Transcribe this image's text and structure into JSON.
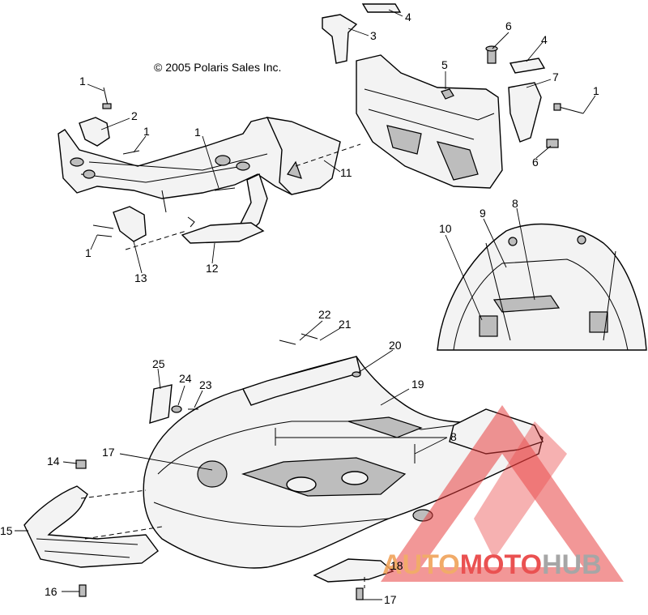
{
  "copyright": "© 2005 Polaris Sales Inc.",
  "callouts": [
    {
      "id": "c4a",
      "label": "4"
    },
    {
      "id": "c3",
      "label": "3"
    },
    {
      "id": "c6a",
      "label": "6"
    },
    {
      "id": "c4b",
      "label": "4"
    },
    {
      "id": "c5",
      "label": "5"
    },
    {
      "id": "c7",
      "label": "7"
    },
    {
      "id": "c1a",
      "label": "1"
    },
    {
      "id": "c6b",
      "label": "6"
    },
    {
      "id": "c1b",
      "label": "1"
    },
    {
      "id": "c2",
      "label": "2"
    },
    {
      "id": "c1c",
      "label": "1"
    },
    {
      "id": "c1d",
      "label": "1"
    },
    {
      "id": "c11",
      "label": "11"
    },
    {
      "id": "c1e",
      "label": "1"
    },
    {
      "id": "c13",
      "label": "13"
    },
    {
      "id": "c12",
      "label": "12"
    },
    {
      "id": "c10",
      "label": "10"
    },
    {
      "id": "c9",
      "label": "9"
    },
    {
      "id": "c8a",
      "label": "8"
    },
    {
      "id": "c22",
      "label": "22"
    },
    {
      "id": "c21",
      "label": "21"
    },
    {
      "id": "c20",
      "label": "20"
    },
    {
      "id": "c19",
      "label": "19"
    },
    {
      "id": "c25",
      "label": "25"
    },
    {
      "id": "c24",
      "label": "24"
    },
    {
      "id": "c23",
      "label": "23"
    },
    {
      "id": "c17a",
      "label": "17"
    },
    {
      "id": "c8b",
      "label": "8"
    },
    {
      "id": "c14",
      "label": "14"
    },
    {
      "id": "c15",
      "label": "15"
    },
    {
      "id": "c16",
      "label": "16"
    },
    {
      "id": "c18",
      "label": "18"
    },
    {
      "id": "c17b",
      "label": "17"
    }
  ],
  "watermark": {
    "part1": "AUTO",
    "part2": "MOTO",
    "part3": "HUB",
    "color1": "#f0a055",
    "color2": "#e83a3a",
    "color3": "#9a9a9a"
  }
}
